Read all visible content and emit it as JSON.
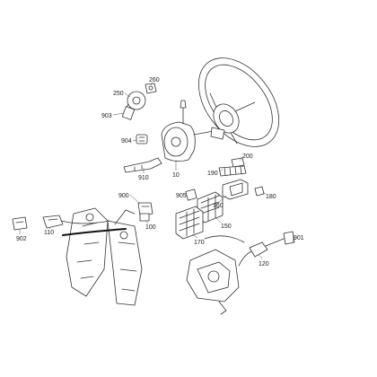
{
  "callouts": [
    "260",
    "250",
    "903",
    "904",
    "10",
    "910",
    "200",
    "190",
    "905",
    "160",
    "180",
    "900",
    "150",
    "100",
    "902",
    "110",
    "170",
    "901",
    "120"
  ]
}
